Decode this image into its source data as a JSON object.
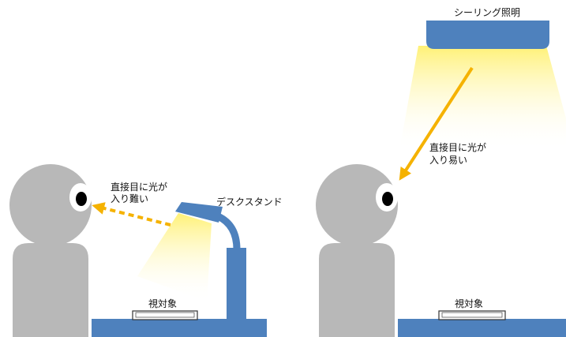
{
  "labels": {
    "ceiling_light": "シーリング照明",
    "desk_stand": "デスクスタンド",
    "left_note_line1": "直接目に光が",
    "left_note_line2": "入り難い",
    "right_note_line1": "直接目に光が",
    "right_note_line2": "入り易い",
    "left_object": "視対象",
    "right_object": "視対象"
  },
  "colors": {
    "head": "#b8b8b8",
    "body": "#b8b8b8",
    "eye_white": "#ffffff",
    "pupil": "#000000",
    "desk": "#4e81bd",
    "lamp": "#4e81bd",
    "ceiling_fixture": "#4e81bd",
    "light_glow": "#fff6a0",
    "arrow": "#f5b200",
    "object_outline": "#333333"
  }
}
